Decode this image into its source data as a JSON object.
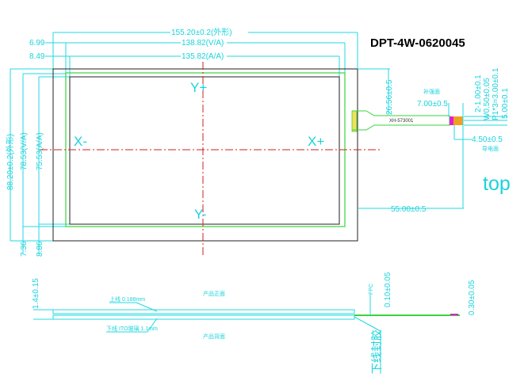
{
  "title": "DPT-4W-0620045",
  "view_label": "top",
  "axes": {
    "y_plus": "Y+",
    "y_minus": "Y-",
    "x_plus": "X+",
    "x_minus": "X-"
  },
  "dimensions": {
    "outline_width": "155.20±0.2(外形)",
    "va_width": "138.82(V/A)",
    "aa_width": "135.82(A/A)",
    "va_left_offset": "6.99",
    "aa_left_offset": "8.49",
    "outline_height": "88.20±0.2(外形)",
    "va_height": "78.53(V/A)",
    "aa_height": "75.53(A/A)",
    "va_bottom_offset": "7.36",
    "aa_bottom_offset": "8.86",
    "fpc_position": "26.56±0.5",
    "fpc_length": "55.00±0.5",
    "stiffener_length": "7.00±0.5",
    "conductive_length": "4.50±0.5",
    "pin_width": "2-1.00±0.1",
    "trace_width": "W0.50±0.05",
    "pitch": "P1*3=3.00±0.1",
    "fpc_width": "5.00±0.1",
    "thickness": "1.4±0.15",
    "fpc_thickness": "0.10±0.05",
    "stiffener_thickness": "0.30±0.05"
  },
  "notes": {
    "stiffener_side": "补强面",
    "conductive_side": "导电面",
    "fpc_part_no": "XH-573001",
    "front": "产品正面",
    "back": "产品背面",
    "top_layer": "上线 0.188mm",
    "bottom_layer": "下线 ITO玻璃 1.1mm",
    "fpc": "FPC",
    "seal": "下线封胶"
  },
  "colors": {
    "dimension": "#19d3dc",
    "center_line": "#d22020",
    "va_outline": "#3ad43a",
    "stiffener": "#e020d0",
    "contact": "#f0a020"
  }
}
